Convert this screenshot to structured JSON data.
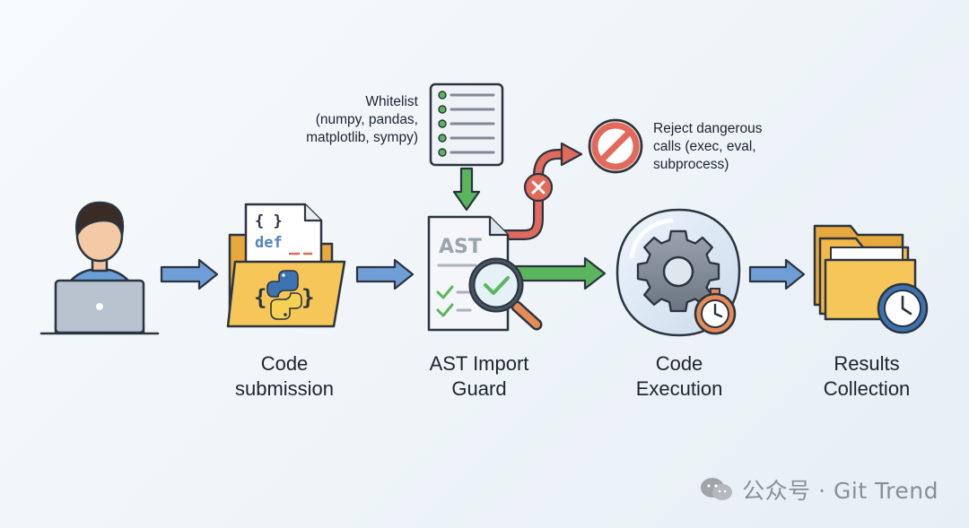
{
  "stages": [
    {
      "id": "developer",
      "label": ""
    },
    {
      "id": "code_submission",
      "label": "Code\nsubmission"
    },
    {
      "id": "ast_import_guard",
      "label": "AST Import\nGuard"
    },
    {
      "id": "code_execution",
      "label": "Code\nExecution"
    },
    {
      "id": "results_collection",
      "label": "Results\nCollection"
    }
  ],
  "notes": {
    "whitelist": "Whitelist\n(numpy, pandas,\nmatplotlib, sympy)",
    "reject": "Reject dangerous\ncalls (exec, eval,\nsubprocess)"
  },
  "file_icon": {
    "braces": "{ }",
    "def": "def",
    "folder_mark": "{ }"
  },
  "ast_doc": {
    "title": "AST"
  },
  "watermark": {
    "text": "公众号 · Git Trend",
    "icon": "wechat-icon"
  },
  "colors": {
    "arrow_blue": "#6f9ed6",
    "arrow_green": "#5ab55e",
    "arrow_red": "#e26a5c",
    "folder_yellow": "#f6c659",
    "outline": "#2b3440"
  }
}
